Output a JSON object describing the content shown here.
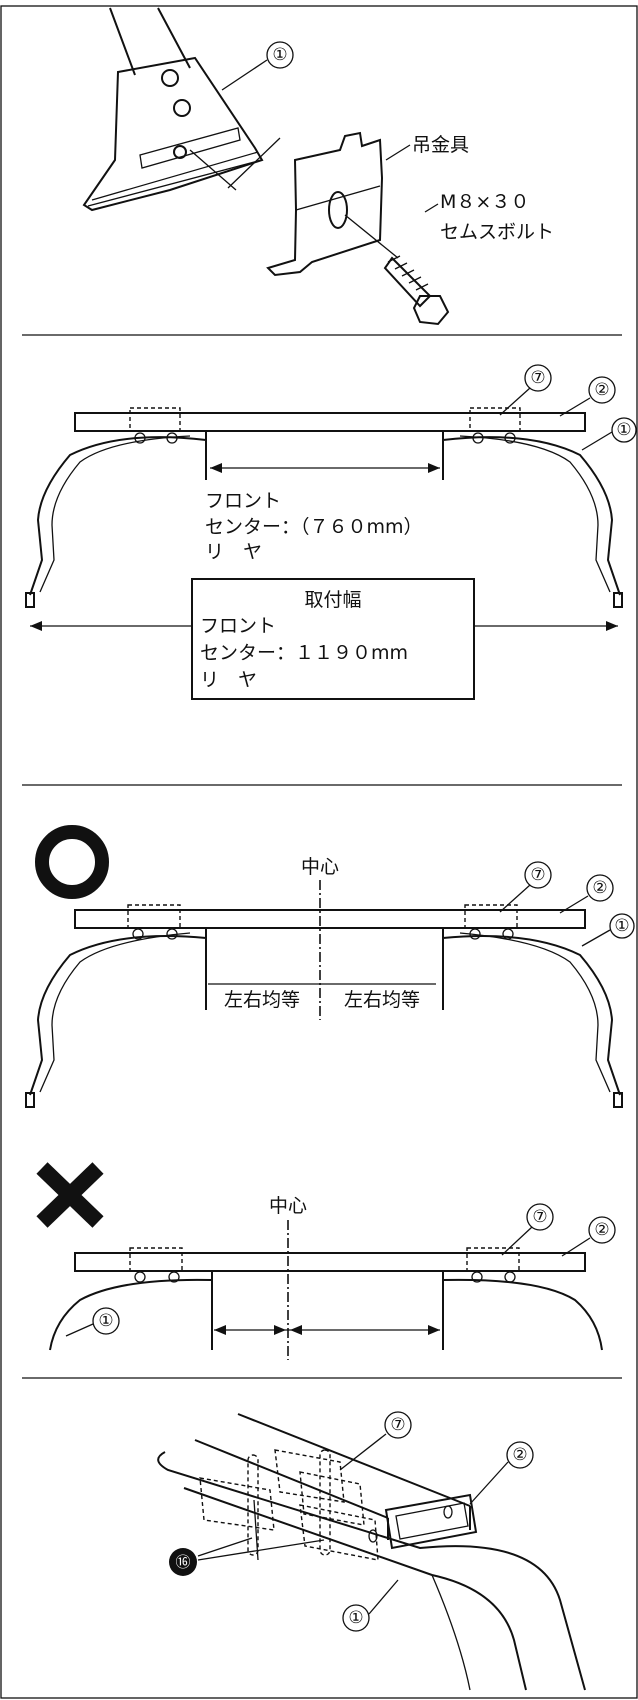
{
  "panel1": {
    "callout_1": "①",
    "hanger_label": "吊金具",
    "bolt_label_line1": "M８×３０",
    "bolt_label_line2": "セムスボルト"
  },
  "panel2": {
    "callout_7": "⑦",
    "callout_2": "②",
    "callout_1": "①",
    "inner_line1": "フロント",
    "inner_line2": "センター：（７６０mm）",
    "inner_line3": "リ　ヤ",
    "box_title": "取付幅",
    "box_line1": "フロント",
    "box_line2": "センター：１１９０mm",
    "box_line3": "リ　ヤ"
  },
  "panel3": {
    "ok_symbol_icon": "circle-mark-icon",
    "center_label": "中心",
    "callout_7": "⑦",
    "callout_2": "②",
    "callout_1": "①",
    "equal_left": "左右均等",
    "equal_right": "左右均等"
  },
  "panel4": {
    "ng_symbol_icon": "cross-mark-icon",
    "center_label": "中心",
    "callout_7": "⑦",
    "callout_2": "②",
    "callout_1": "①"
  },
  "panel5": {
    "callout_7": "⑦",
    "callout_2": "②",
    "callout_16": "⑯",
    "callout_1": "①"
  }
}
